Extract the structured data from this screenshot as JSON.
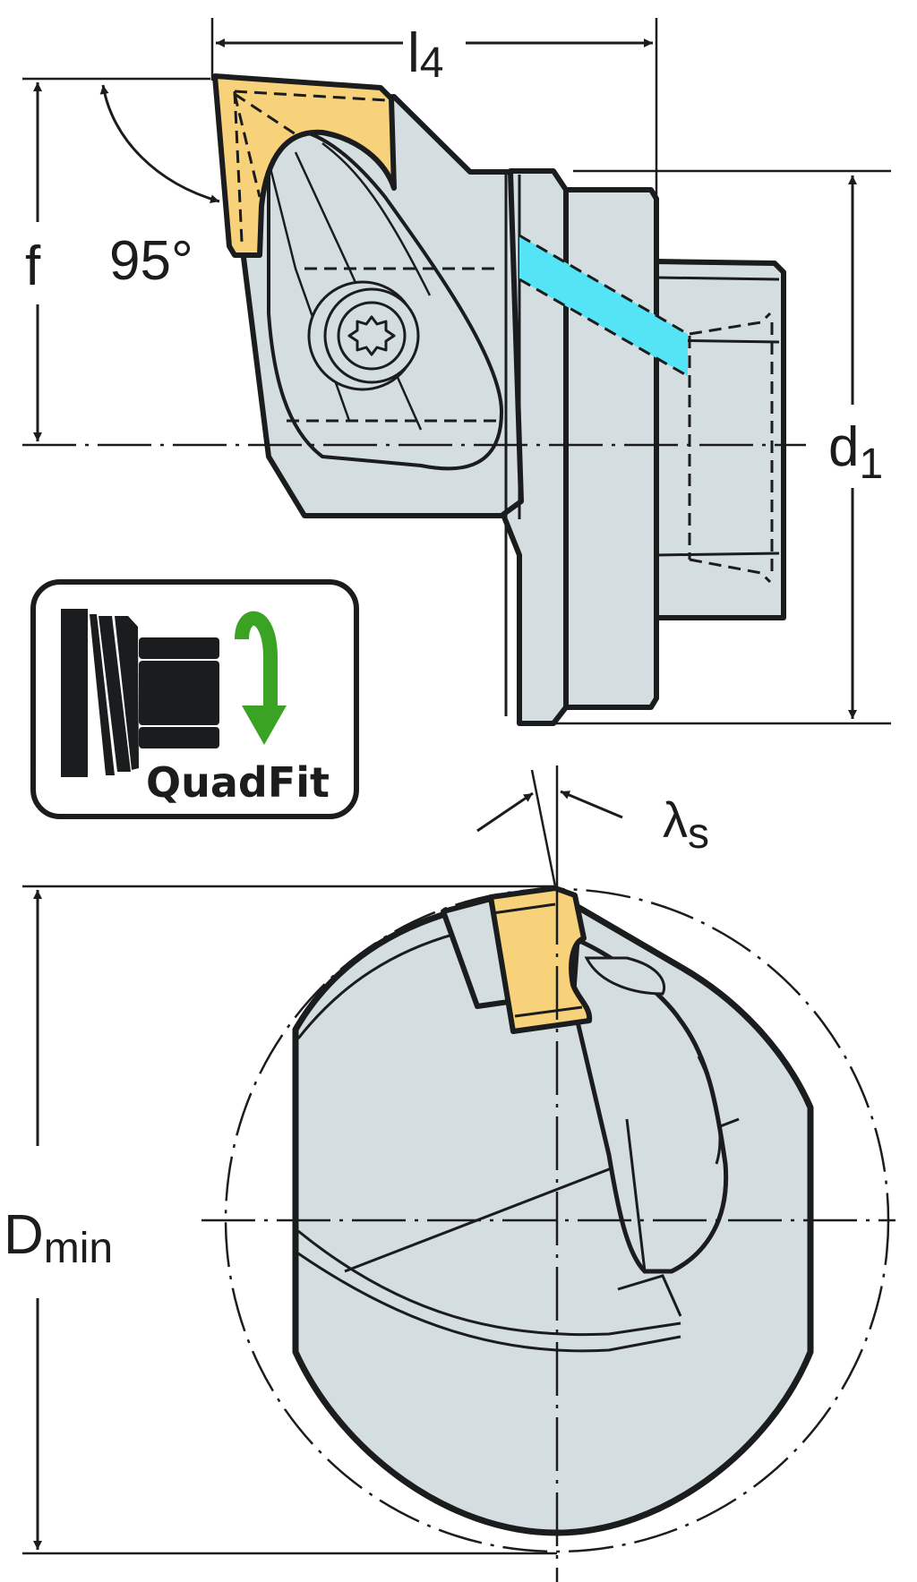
{
  "diagram": {
    "title": "Boring bar cutting head – dimension drawing",
    "views": {
      "side_view": {
        "dimensions": {
          "l4": {
            "main": "l",
            "sub": "4"
          },
          "d1": {
            "main": "d",
            "sub": "1"
          },
          "f": {
            "main": "f"
          },
          "angle": {
            "value": "95°"
          }
        }
      },
      "end_view": {
        "dimensions": {
          "dmin": {
            "main": "D",
            "sub": "min"
          },
          "lambda_s": {
            "main": "λ",
            "sub": "s"
          }
        }
      }
    },
    "badge": {
      "label": "QuadFit",
      "arrow_color": "#3aa324"
    },
    "colors": {
      "insert": "#f8d27a",
      "body": "#d4dde0",
      "coolant": "#55e4f6",
      "outline": "#1a1c1d"
    }
  }
}
